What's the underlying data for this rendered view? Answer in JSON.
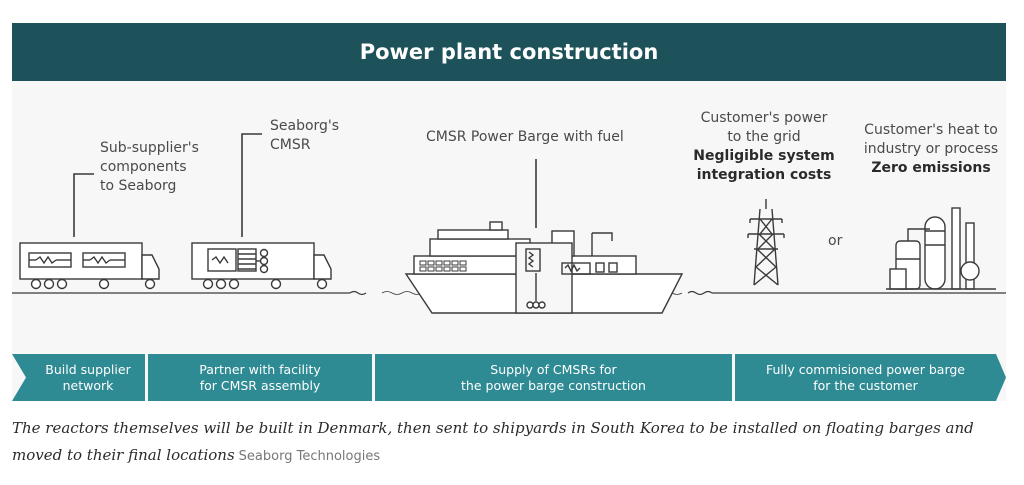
{
  "diagram": {
    "title": "Power plant construction",
    "labels": {
      "sub_supplier": [
        "Sub-supplier's",
        "components",
        "to Seaborg"
      ],
      "seaborg_cmsr": [
        "Seaborg's",
        "CMSR"
      ],
      "barge": "CMSR Power Barge with fuel",
      "grid": [
        "Customer's power",
        "to the grid"
      ],
      "grid_bold": [
        "Negligible system",
        "integration costs"
      ],
      "heat": [
        "Customer's heat to",
        "industry or process"
      ],
      "heat_bold": "Zero emissions",
      "or": "or"
    },
    "stages": [
      {
        "line1": "Build supplier",
        "line2": "network"
      },
      {
        "line1": "Partner with facility",
        "line2": "for CMSR assembly"
      },
      {
        "line1": "Supply of CMSRs for",
        "line2": "the power barge construction"
      },
      {
        "line1": "Fully commisioned power barge",
        "line2": "for the customer"
      }
    ],
    "colors": {
      "banner": "#1e525a",
      "stage_bar": "#2e8a93",
      "line": "#3a3a3a"
    }
  },
  "caption": {
    "text": "The reactors themselves will be built in Denmark, then sent to shipyards in South Korea to be installed on floating barges and moved to their final locations",
    "credit": "Seaborg Technologies"
  }
}
